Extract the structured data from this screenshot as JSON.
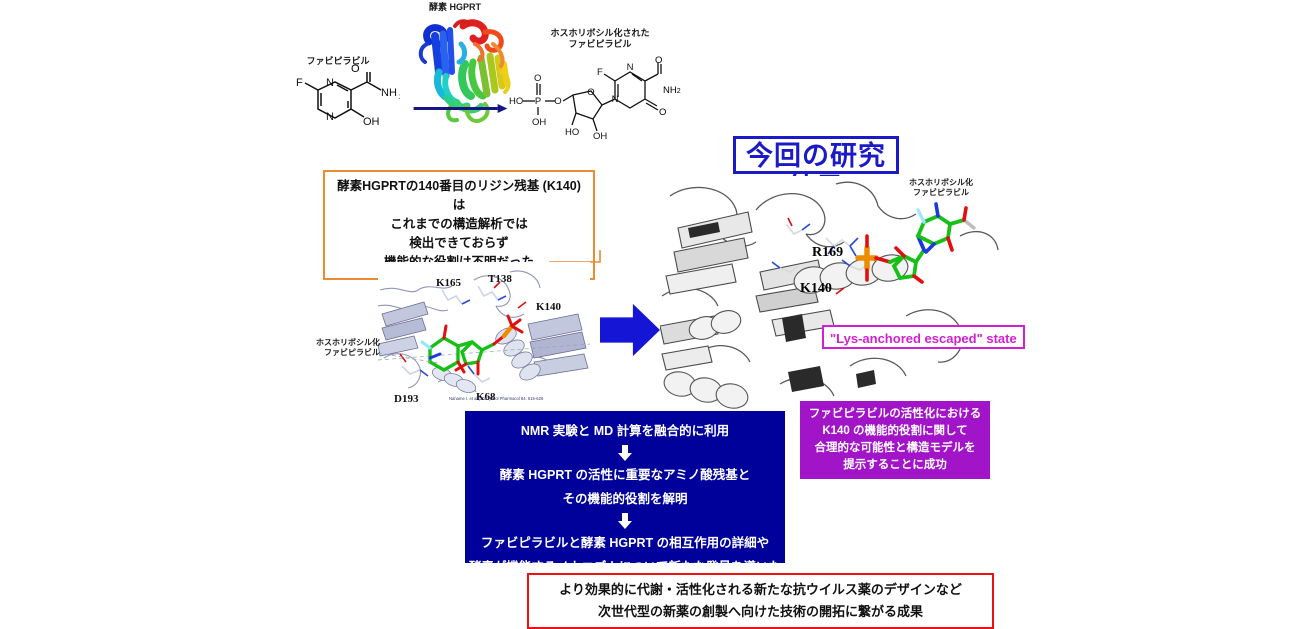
{
  "figure": {
    "reaction": {
      "substrate_label": "ファビピラビル",
      "enzyme_label": "酵素 HGPRT",
      "product_label_line1": "ホスホリボシル化された",
      "product_label_line2": "ファビピラビル",
      "substrate_atoms": {
        "f": "F",
        "n1": "N",
        "n2": "N",
        "o": "O",
        "nh2": "NH",
        "nh2_sub": "2",
        "oh": "OH"
      },
      "product_atoms": {
        "f": "F",
        "n_top": "N",
        "o_amide": "O",
        "nh2": "NH",
        "nh2_sub": "2",
        "ho": "HO",
        "p": "P",
        "o_p": "O",
        "oh_p": "OH",
        "o_link": "O",
        "n_ring": "N",
        "o_ring": "O",
        "o_sugar": "O",
        "oh_left": "HO",
        "oh_right": "OH"
      }
    },
    "title_box": {
      "text": "今回の研究結果"
    },
    "orange_box": {
      "lines": [
        "酵素HGPRTの140番目のリジン残基 (K140) は",
        "これまでの構造解析では",
        "検出できておらず",
        "機能的な役割は不明だった"
      ]
    },
    "left_panel": {
      "ligand_label_line1": "ホスホリボシル化",
      "ligand_label_line2": "ファビピラビル",
      "residues": [
        "K165",
        "T138",
        "K140",
        "D193",
        "K68"
      ],
      "citation": "Naname I. et al (2013) Mol Pharmacol 84: 615-626"
    },
    "right_panel": {
      "ligand_label_line1": "ホスホリボシル化",
      "ligand_label_line2": "ファビピラビル",
      "residues": [
        "R169",
        "K140"
      ]
    },
    "magenta_box": {
      "text": "\"Lys-anchored escaped\" state"
    },
    "purple_box": {
      "lines": [
        "ファビピラビルの活性化における",
        "K140 の機能的役割に関して",
        "合理的な可能性と構造モデルを",
        "提示することに成功"
      ]
    },
    "navy_box": {
      "block1": [
        "NMR 実験と MD 計算を融合的に利用"
      ],
      "block2": [
        "酵素 HGPRT の活性に重要なアミノ酸残基と",
        "その機能的役割を解明"
      ],
      "block3": [
        "ファビピラビルと酵素 HGPRT の相互作用の詳細や",
        "酵素が機能するメカニズムについて新たな発見を導いた"
      ]
    },
    "red_box": {
      "lines": [
        "より効果的に代謝・活性化される新たな抗ウイルス薬のデザインなど",
        "次世代型の新薬の創製へ向けた技術の開拓に繋がる成果"
      ]
    },
    "colors": {
      "orange": "#ED8B33",
      "navy_title": "#1A1AC8",
      "magenta": "#D21FD2",
      "purple": "#A214C8",
      "navy_box": "#00009B",
      "red": "#EE1111",
      "arrow_blue": "#1515D5"
    }
  }
}
